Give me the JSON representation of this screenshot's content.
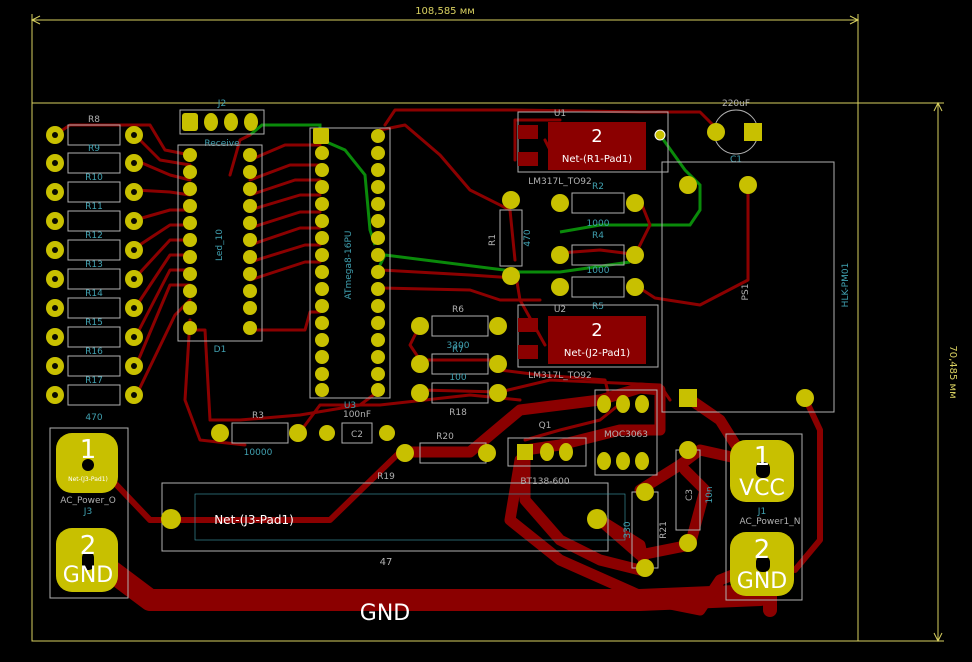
{
  "dimensions": {
    "width_label": "108,585 мм",
    "height_label": "70,485 мм"
  },
  "colors": {
    "background": "#000000",
    "outline": "#d8d060",
    "copper_front": "#8b0000",
    "copper_back": "#0a8a0a",
    "pad": "#c8c000",
    "silk": "#b0b0b0",
    "fab": "#40a0b0",
    "net_label": "#ffffff"
  },
  "nets": {
    "gnd_track": "GND",
    "r1_pad1": "Net-(R1-Pad1)",
    "j2_pad1": "Net-(J2-Pad1)",
    "j3_pad1": "Net-(J3-Pad1)",
    "j3_pad1_small": "Net-(J3-Pad1)",
    "vcc": "VCC",
    "gnd": "GND"
  },
  "pad_numbers": {
    "u1_pad": "2",
    "u2_pad": "2",
    "j3_pin1": "1",
    "j3_pin2": "2",
    "j1_pin1": "1",
    "j1_pin2": "2"
  },
  "references": {
    "r8": "R8",
    "r9": "R9",
    "r10": "R10",
    "r11": "R11",
    "r12": "R12",
    "r13": "R13",
    "r14": "R14",
    "r15": "R15",
    "r16": "R16",
    "r17": "R17",
    "r_res_val": "470",
    "j2": "J2",
    "j2_value": "Receive",
    "led": "Led_10",
    "d1": "D1",
    "atmega": "ATmega8-16PU",
    "u3": "U3",
    "c2_val": "100nF",
    "c2": "C2",
    "r3": "R3",
    "r3_val": "10000",
    "u1": "U1",
    "u1_val": "LM317L_TO92",
    "u2": "U2",
    "u2_val": "LM317L_TO92",
    "r2": "R2",
    "r2_val": "1000",
    "r1": "R1",
    "r1_val": "470",
    "r4": "R4",
    "r4_val": "1000",
    "r5": "R5",
    "r6": "R6",
    "r6_val": "3300",
    "r7": "R7",
    "r7_val": "100",
    "r18": "R18",
    "r20": "R20",
    "r19": "R19",
    "cap220": "220uF",
    "c1": "C1",
    "ps1": "PS1",
    "hlk": "HLK-PM01",
    "q1": "Q1",
    "bt": "BT138-600",
    "moc": "MOC3063",
    "c3": "C3",
    "c3_val": "10n",
    "r21": "R21",
    "r21_val": "330",
    "j1": "J1",
    "j1_val": "AC_Power1_N",
    "j3": "J3",
    "j3_val": "AC_Power_O",
    "big_res_val": "47"
  }
}
